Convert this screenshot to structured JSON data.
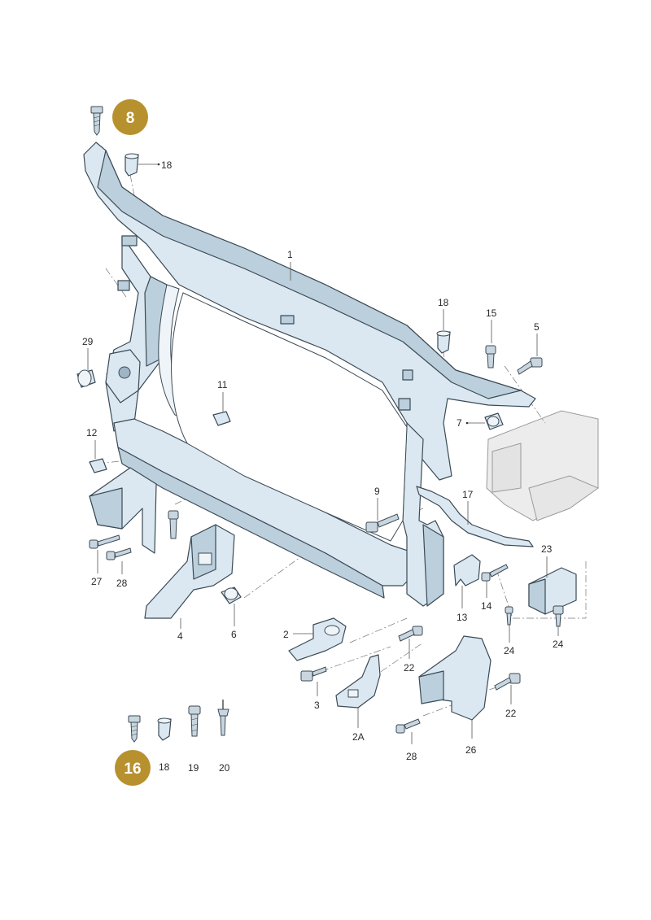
{
  "badges": [
    {
      "label": "8",
      "color": "#b8912f"
    },
    {
      "label": "16",
      "color": "#b8912f"
    }
  ],
  "callouts": {
    "c1": "1",
    "c2": "2",
    "c2a": "2A",
    "c3": "3",
    "c4": "4",
    "c5": "5",
    "c6": "6",
    "c7": "7",
    "c9": "9",
    "c11": "11",
    "c12": "12",
    "c13": "13",
    "c14": "14",
    "c15": "15",
    "c17": "17",
    "c18a": "18",
    "c18b": "18",
    "c18c": "18",
    "c19": "19",
    "c20": "20",
    "c22a": "22",
    "c22b": "22",
    "c23": "23",
    "c24a": "24",
    "c24b": "24",
    "c26": "26",
    "c27": "27",
    "c28a": "28",
    "c28b": "28",
    "c29": "29"
  },
  "colors": {
    "part_fill": "#dbe8f1",
    "outline": "#3b4a55",
    "badge": "#b8912f"
  }
}
